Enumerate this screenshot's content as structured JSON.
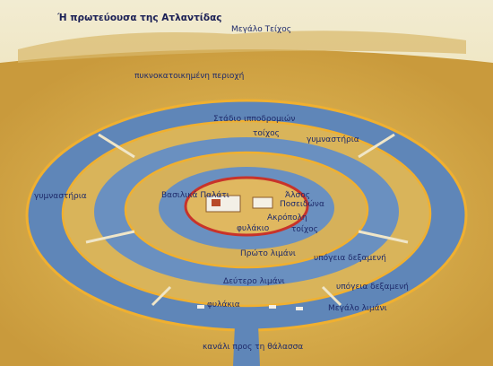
{
  "title": "Ή πρωτεύουσα της Ατλαντίδας",
  "labels": {
    "great_wall": "Μεγάλο Τείχος",
    "dense_area": "πυκνοκατοικημένη περιοχή",
    "hippodrome": "Στάδιο ιπποδρομιών",
    "wall_outer": "τοίχος",
    "gymnasium_right": "γυμναστήρια",
    "gymnasium_left": "γυμναστήρια",
    "palace": "Βασιλικά Παλάτι",
    "grove": "Άλσος",
    "poseidon": "Ποσειδώνα",
    "acropolis": "Ακρόπολη",
    "guard": "φυλάκιο",
    "wall_inner": "τοίχος",
    "first_harbor": "Πρώτο λιμάνι",
    "underground_reservoir": "υπόγεια δεξαμενή",
    "second_harbor": "Δεύτερο λιμάνι",
    "underground_reservoir_2": "υπόγεια δεξαμενή",
    "guards": "φυλάκια",
    "great_harbor": "Μεγάλο λιμάνι",
    "canal": "κανάλι προς τη θάλασσα"
  },
  "colors": {
    "sand": "#e3c66a",
    "water": "#5f86b8",
    "water_dark": "#3f6a9e",
    "land_ring": "#d9b45a",
    "wall": "#f0b030",
    "wall_red": "#c8332a",
    "sky": "#ece4c4"
  }
}
